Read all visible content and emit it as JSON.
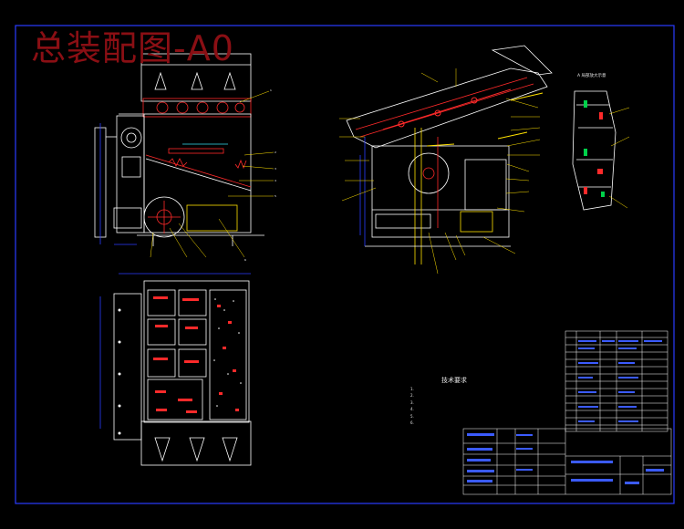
{
  "drawing": {
    "title": "总装配图-A0",
    "background": "#000000",
    "frame_color": "#2a3cff",
    "line_color": "#ffffff",
    "accent_red": "#ff2a2a",
    "accent_yellow": "#ffe100",
    "accent_green": "#00d24a",
    "accent_magenta": "#ff38ff",
    "accent_cyan": "#33ddee"
  },
  "technical_requirements": {
    "title": "技术要求",
    "items": [
      "1.",
      "2.",
      "3.",
      "4.",
      "5.",
      "6."
    ]
  },
  "part_view": {
    "title": "A 局部放大示意"
  }
}
